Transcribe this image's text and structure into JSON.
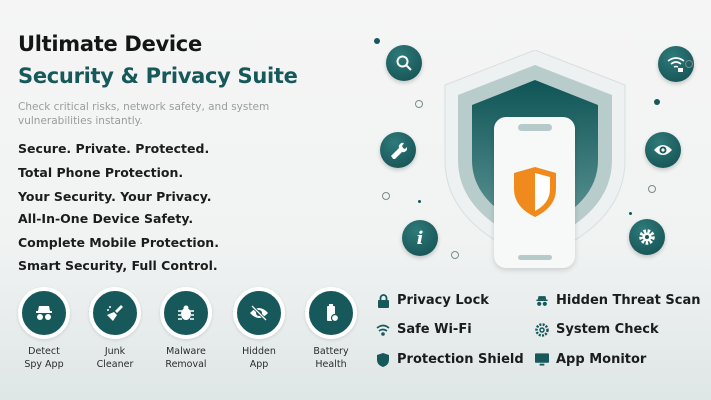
{
  "header": {
    "title_line1": "Ultimate Device",
    "title_line2": "Security & Privacy Suite",
    "subtitle": "Check critical risks, network safety, and system vulnerabilities instantly."
  },
  "taglines": [
    "Secure. Private. Protected.",
    "Total Phone Protection.",
    "Your Security. Your Privacy.",
    "All-In-One Device Safety.",
    "Complete Mobile Protection.",
    "Smart Security, Full Control."
  ],
  "features": [
    {
      "line1": "Detect",
      "line2": "Spy App",
      "icon": "spy-icon"
    },
    {
      "line1": "Junk",
      "line2": "Cleaner",
      "icon": "broom-icon"
    },
    {
      "line1": "Malware",
      "line2": "Removal",
      "icon": "bug-icon"
    },
    {
      "line1": "Hidden",
      "line2": "App",
      "icon": "eye-slash-icon"
    },
    {
      "line1": "Battery",
      "line2": "Health",
      "icon": "battery-icon"
    }
  ],
  "capabilities": [
    {
      "label": "Privacy Lock",
      "icon": "lock-icon"
    },
    {
      "label": "Hidden Threat Scan",
      "icon": "spy-icon"
    },
    {
      "label": "Safe Wi-Fi",
      "icon": "wifi-icon"
    },
    {
      "label": "System Check",
      "icon": "gear-icon"
    },
    {
      "label": "Protection Shield",
      "icon": "shield-icon"
    },
    {
      "label": "App Monitor",
      "icon": "monitor-icon"
    }
  ],
  "colors": {
    "brand": "#17585a",
    "accent": "#f08a1c"
  }
}
